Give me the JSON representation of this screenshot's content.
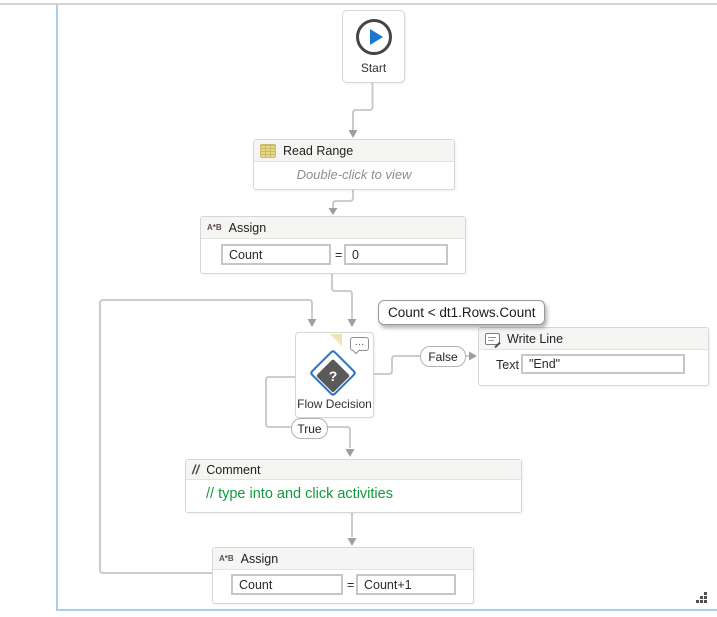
{
  "nodes": {
    "start": {
      "label": "Start"
    },
    "read_range": {
      "title": "Read Range",
      "hint": "Double-click to view"
    },
    "assign_top": {
      "icon": "A*B",
      "title": "Assign",
      "to": "Count",
      "eq": "=",
      "value": "0"
    },
    "flow_decision": {
      "label": "Flow Decision",
      "annotation": "Count < dt1.Rows.Count",
      "bubble": "…",
      "question": "?",
      "true_label": "True",
      "false_label": "False"
    },
    "write_line": {
      "title": "Write Line",
      "field": "Text",
      "value": "\"End\""
    },
    "comment": {
      "icon": "//",
      "title": "Comment",
      "text": "// type into and click activities"
    },
    "assign_bottom": {
      "icon": "A*B",
      "title": "Assign",
      "to": "Count",
      "eq": "=",
      "value": "Count+1"
    }
  },
  "colors": {
    "play_blue": "#1b76cf",
    "diamond_blue": "#2d74c4",
    "diamond_gray": "#595959",
    "comment_green": "#129a3e",
    "wire_gray": "#c6c6c6",
    "arrow_gray": "#9e9e9e",
    "canvas_border_blue": "#a9cdeb",
    "header_bg": "#f5f5f3",
    "annotation_fold": "#f2e2b4"
  }
}
